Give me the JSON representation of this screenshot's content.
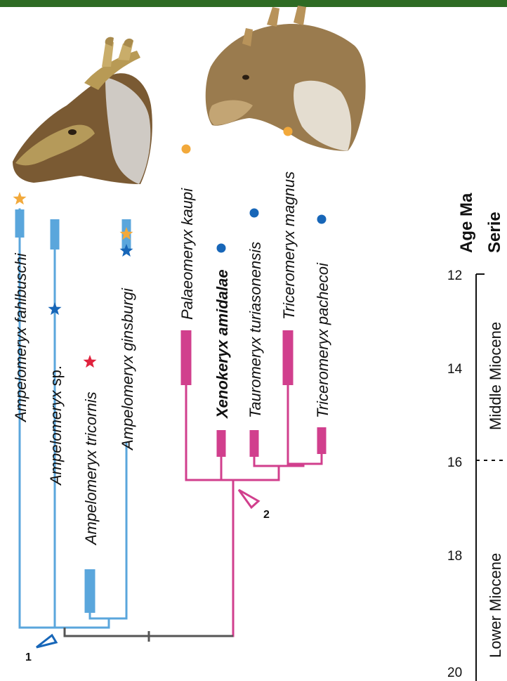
{
  "colors": {
    "group1": "#5aa6dc",
    "group2": "#d13f8d",
    "stem": "#555555",
    "header_bar": "#2e6b24",
    "marker_orange": "#f2a93b",
    "marker_blue": "#1766b8",
    "marker_red": "#e0223d"
  },
  "header": {
    "age_label": "Age Ma",
    "series_label": "Serie"
  },
  "timescale": {
    "ticks": [
      "12",
      "14",
      "16",
      "18",
      "20"
    ],
    "epochs": [
      "Middle Miocene",
      "Lower Miocene"
    ]
  },
  "taxa": [
    {
      "genus": "Ampelomeryx",
      "species": "fahlbuschi",
      "bold": false,
      "markers": [
        "orange-star"
      ]
    },
    {
      "genus": "Ampelomeryx",
      "species": "sp.",
      "bold": false,
      "markers": [
        "blue-star"
      ]
    },
    {
      "genus": "Ampelomeryx",
      "species": "tricornis",
      "bold": false,
      "markers": [
        "red-star"
      ]
    },
    {
      "genus": "Ampelomeryx",
      "species": "ginsburgi",
      "bold": false,
      "markers": [
        "orange-star",
        "blue-star"
      ]
    },
    {
      "genus": "Palaeomeryx",
      "species": "kaupi",
      "bold": false,
      "markers": [
        "orange-dot"
      ]
    },
    {
      "genus": "Xenokeryx",
      "species": "amidalae",
      "bold": true,
      "markers": [
        "blue-dot"
      ]
    },
    {
      "genus": "Tauromeryx",
      "species": "turiasonensis",
      "bold": false,
      "markers": [
        "blue-dot"
      ]
    },
    {
      "genus": "Triceromeryx",
      "species": "magnus",
      "bold": false,
      "markers": [
        "orange-dot"
      ]
    },
    {
      "genus": "Triceromeryx",
      "species": "pachecoi",
      "bold": false,
      "markers": [
        "blue-dot"
      ]
    }
  ],
  "nodes": [
    {
      "label": "1"
    },
    {
      "label": "2"
    }
  ],
  "images": [
    {
      "name": "ampelomeryx-head-illustration"
    },
    {
      "name": "triceromeryx-head-illustration"
    }
  ]
}
